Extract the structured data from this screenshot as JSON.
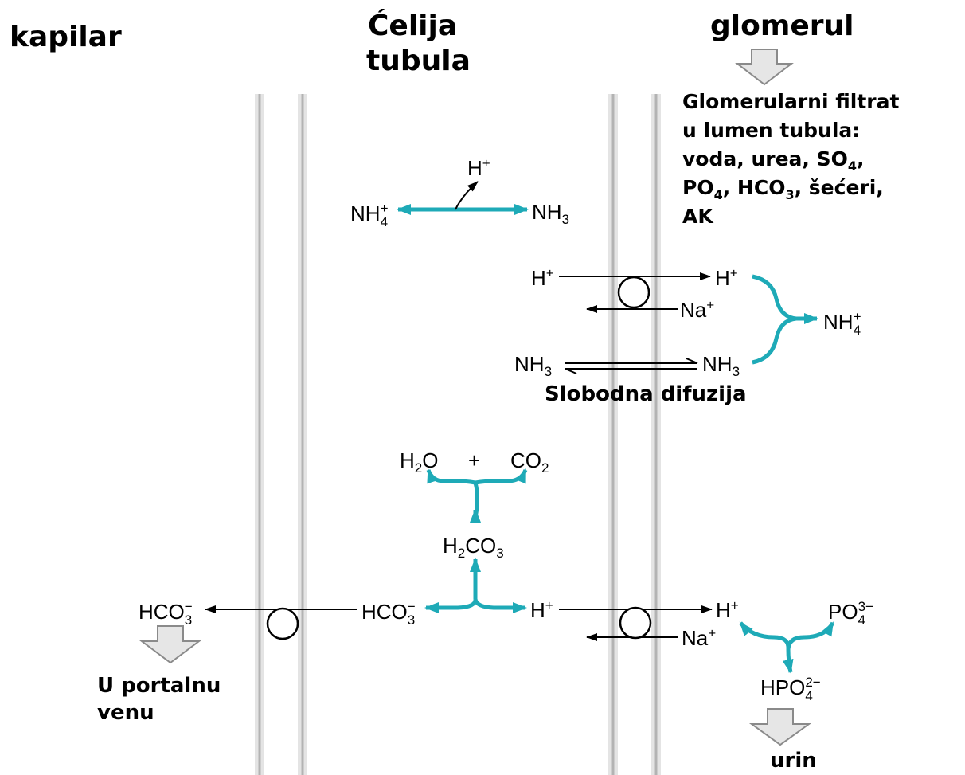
{
  "headings": {
    "kapilar": "kapilar",
    "celija_line1": "Ćelija",
    "celija_line2": "tubula",
    "glomerul": "glomerul"
  },
  "filtrate": {
    "line1": "Glomerularni filtrat",
    "line2": "u lumen tubula:",
    "line3_a": "voda, urea, SO",
    "line3_sub": "4",
    "line3_b": ",",
    "line4_a": "PO",
    "line4_sub1": "4",
    "line4_b": ", HCO",
    "line4_sub2": "3",
    "line4_c": ", šećeri,",
    "line5": "AK"
  },
  "labels": {
    "slobodna_difuzija": "Slobodna difuzija",
    "u_portalnu": "U portalnu",
    "venu": "venu",
    "urin": "urin"
  },
  "chem": {
    "h": "H",
    "plus_charge": "+",
    "nh": "NH",
    "sub4": "4",
    "sub3": "3",
    "sub2": "2",
    "na": "Na",
    "o": "O",
    "plus_sign": "+",
    "co": "CO",
    "hco": "HCO",
    "minus_charge": "−",
    "po": "PO",
    "hpo": "HPO",
    "charge3minus": "3−",
    "charge2minus": "2−"
  },
  "colors": {
    "teal": "#1eaab7",
    "membrane": "#bdbdbd",
    "arrow_fill": "#e6e6e6"
  }
}
